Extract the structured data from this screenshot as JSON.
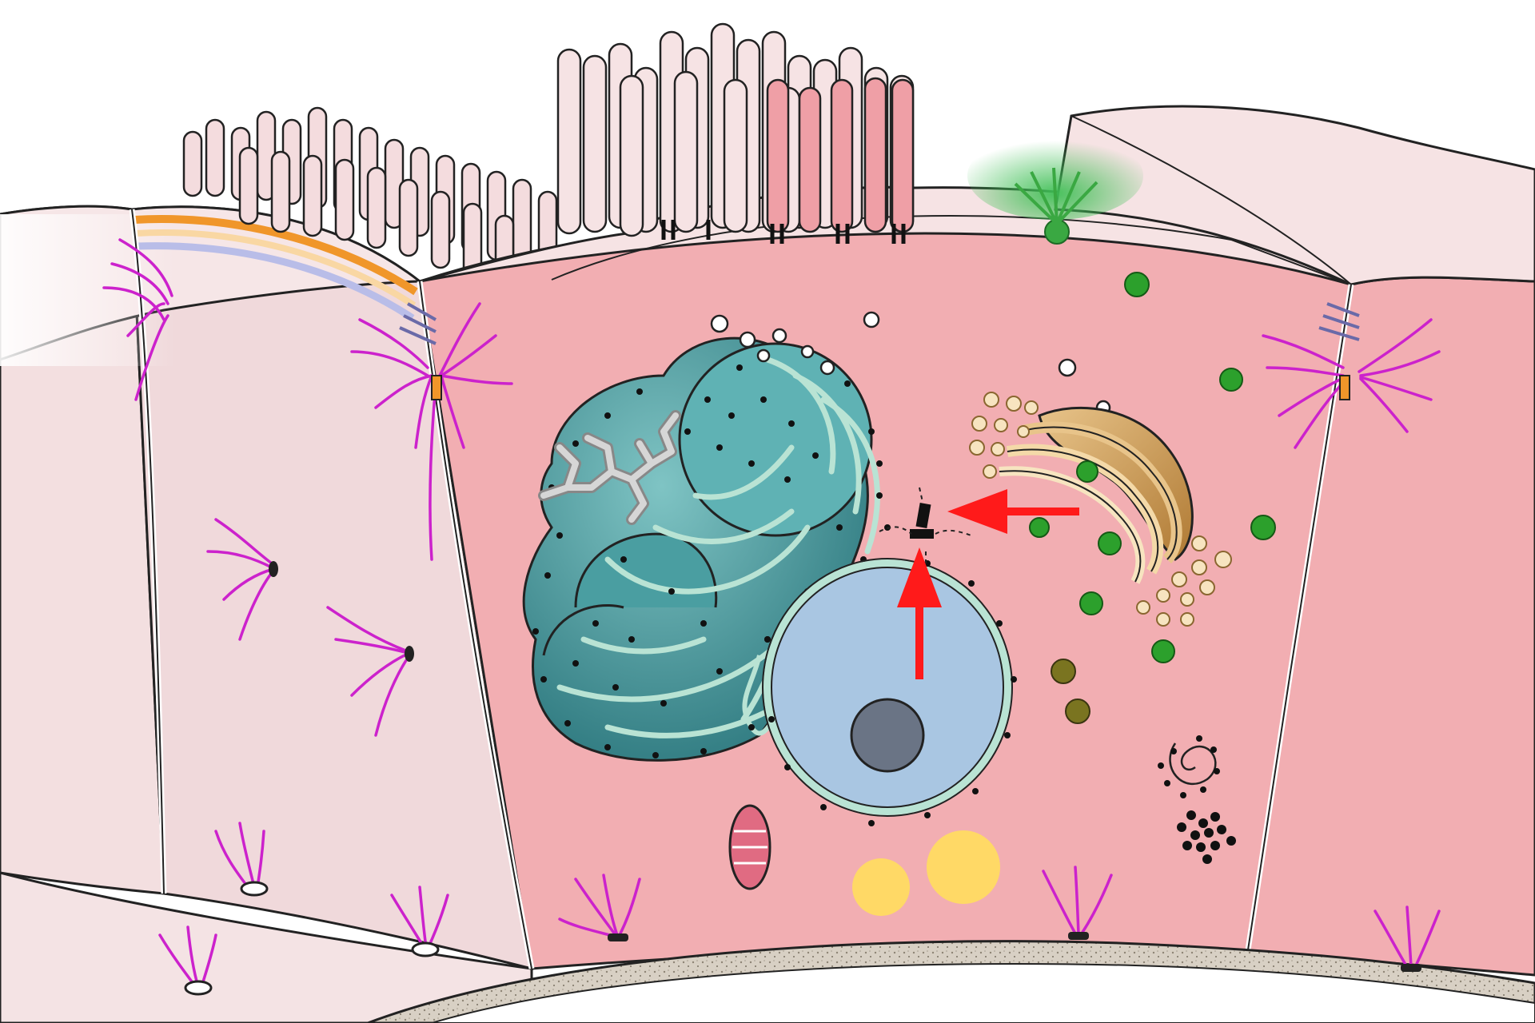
{
  "figure": {
    "type": "epithelial-cell-illustration",
    "labels": [],
    "colors": {
      "cytoplasm": "#f2aeb2",
      "neighbor_cell": "#f0dcdd",
      "apical_surface": "#f6e3e4",
      "rough_er": "#3f8e92",
      "er_membrane": "#b9e3d4",
      "nucleus": "#a9c6e2",
      "nucleolus": "#6a7485",
      "golgi": "#c8914e",
      "cytoskeleton_filaments": "#cc22cc",
      "secretory_granules": "#2ca02c",
      "lipid_droplets": "#ffd966",
      "pathway_arrows": "#ff0000",
      "basement_membrane": "#c8bfb0"
    },
    "structures": [
      "microvilli",
      "cilia",
      "apical-junction",
      "desmosome",
      "hemidesmosome",
      "rough-endoplasmic-reticulum",
      "smooth-endoplasmic-reticulum",
      "golgi-apparatus",
      "nucleus",
      "nucleolus",
      "centrosome",
      "mitochondrion",
      "lipid-droplet",
      "secretory-vesicle",
      "lysosome",
      "ribosome",
      "basement-membrane"
    ]
  }
}
